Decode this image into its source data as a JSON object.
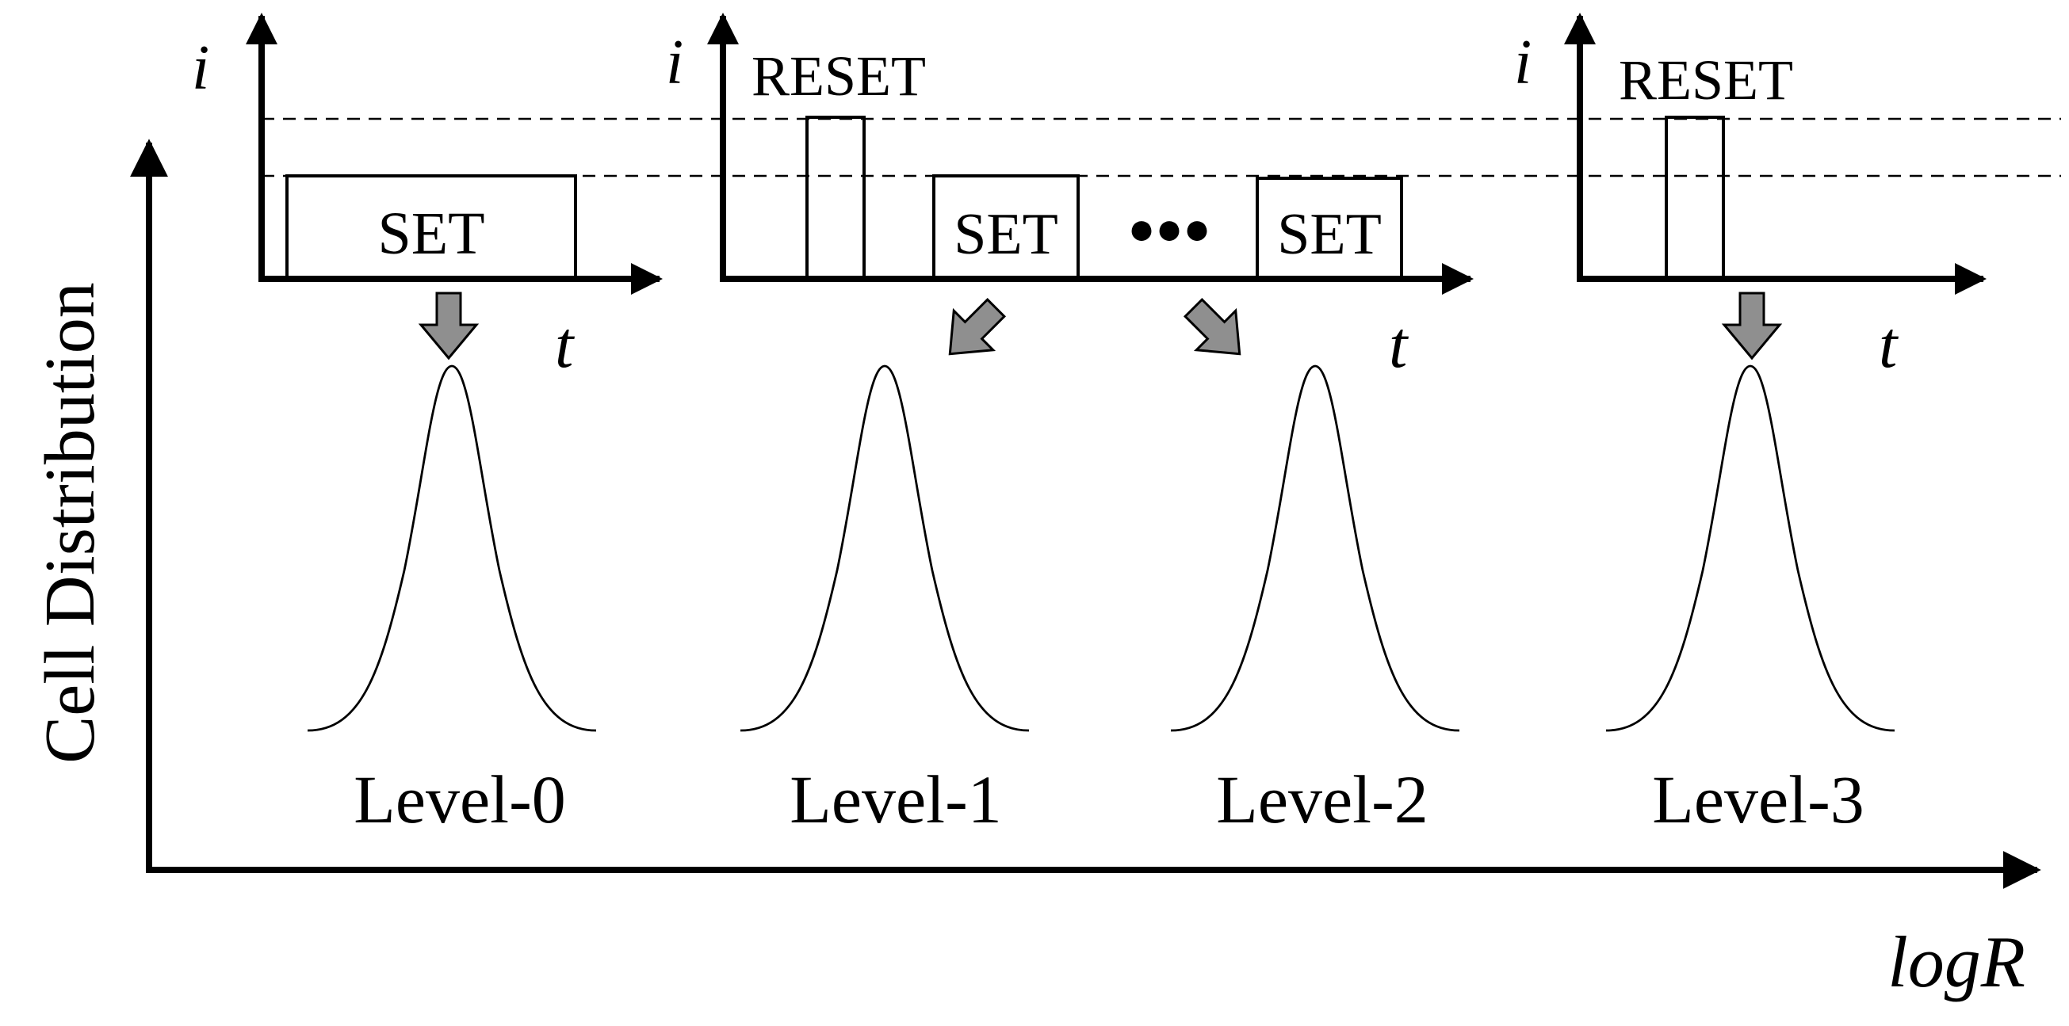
{
  "axes": {
    "y_label": "Cell Distribution",
    "x_label": "logR"
  },
  "panels": [
    {
      "i_label": "i",
      "t_label": "t",
      "pulses": [
        "SET"
      ]
    },
    {
      "i_label": "i",
      "t_label": "t",
      "pulses": [
        "RESET",
        "SET",
        "SET"
      ],
      "ellipsis": "●●●"
    },
    {
      "i_label": "i",
      "t_label": "t",
      "pulses": [
        "RESET"
      ]
    }
  ],
  "levels": [
    "Level-0",
    "Level-1",
    "Level-2",
    "Level-3"
  ],
  "colors": {
    "arrow_fill": "#8f8f8f",
    "line": "#000000"
  }
}
